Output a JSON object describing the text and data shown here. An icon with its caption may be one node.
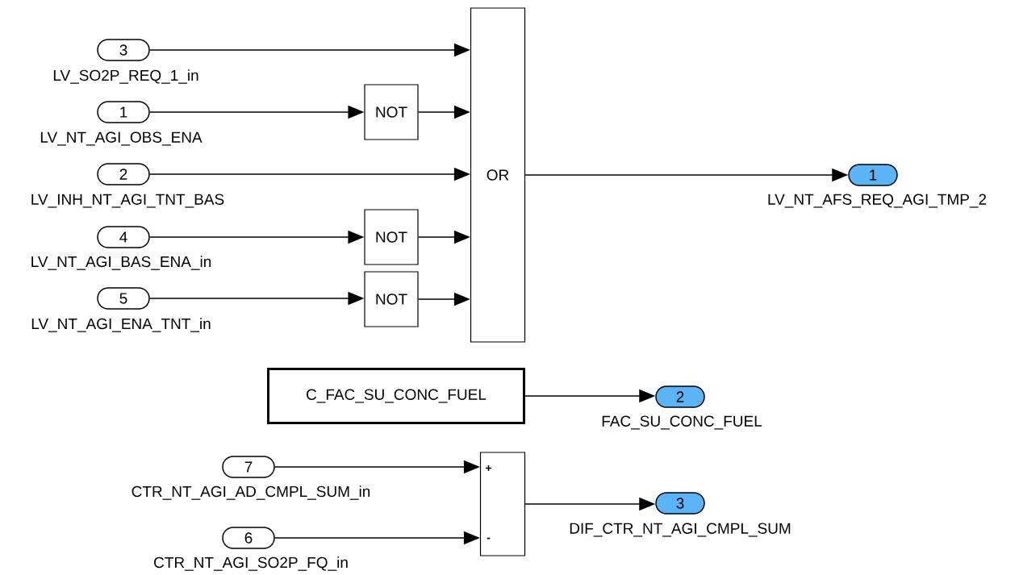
{
  "diagram": {
    "nodes": [
      {
        "text": [
          "3"
        ],
        "beside": [
          "LV_SO2P_REQ_1_in"
        ]
      },
      {
        "text": [
          "1"
        ],
        "beside": [
          "LV_NT_AGI_OBS_ENA"
        ]
      },
      {
        "text": [
          "NOT"
        ]
      },
      {
        "text": [
          "2"
        ],
        "beside": [
          "LV_INH_NT_AGI_TNT_BAS"
        ]
      },
      {
        "text": [
          "4"
        ],
        "beside": [
          "LV_NT_AGI_BAS_ENA_in"
        ]
      },
      {
        "text": [
          "NOT"
        ]
      },
      {
        "text": [
          "5"
        ],
        "beside": [
          "LV_NT_AGI_ENA_TNT_in"
        ]
      },
      {
        "text": [
          "NOT"
        ]
      },
      {
        "text": [
          "OR"
        ]
      },
      {
        "text": [
          "1"
        ],
        "beside": [
          "LV_NT_AFS_REQ_AGI_TMP_2"
        ]
      },
      {
        "text": [
          "C_FAC_SU_CONC_FUEL"
        ]
      },
      {
        "text": [
          "2"
        ],
        "beside": [
          "FAC_SU_CONC_FUEL"
        ]
      },
      {
        "text": [
          "7"
        ],
        "beside": [
          "CTR_NT_AGI_AD_CMPL_SUM_in"
        ]
      },
      {
        "text": [
          "6"
        ],
        "beside": [
          "CTR_NT_AGI_SO2P_FQ_in"
        ]
      },
      {
        "text": [
          "+",
          "-"
        ]
      },
      {
        "text": [
          "3"
        ],
        "beside": [
          "DIF_CTR_NT_AGI_CMPL_SUM"
        ]
      }
    ],
    "edges": [
      {
        "from": 0,
        "to": 8,
        "arrow": "to"
      },
      {
        "from": 1,
        "to": 2,
        "arrow": "to"
      },
      {
        "from": 2,
        "to": 8,
        "arrow": "to"
      },
      {
        "from": 3,
        "to": 8,
        "arrow": "to"
      },
      {
        "from": 4,
        "to": 5,
        "arrow": "to"
      },
      {
        "from": 5,
        "to": 8,
        "arrow": "to"
      },
      {
        "from": 6,
        "to": 7,
        "arrow": "to"
      },
      {
        "from": 7,
        "to": 8,
        "arrow": "to"
      },
      {
        "from": 8,
        "to": 9,
        "arrow": "to"
      },
      {
        "from": 10,
        "to": 11,
        "arrow": "to"
      },
      {
        "from": 12,
        "to": 14,
        "arrow": "to"
      },
      {
        "from": 13,
        "to": 14,
        "arrow": "to"
      },
      {
        "from": 14,
        "to": 15,
        "arrow": "to"
      }
    ]
  }
}
